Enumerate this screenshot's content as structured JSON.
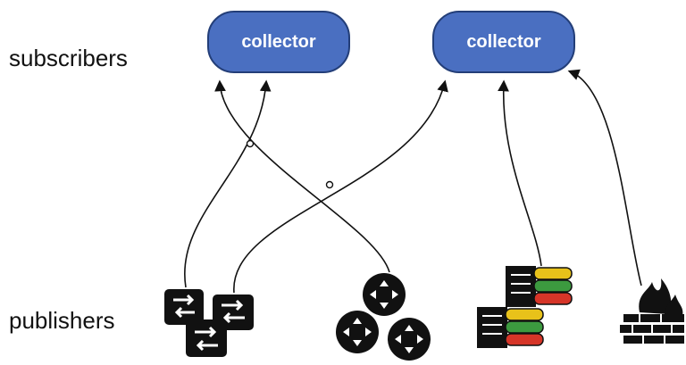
{
  "labels": {
    "subscribers": "subscribers",
    "publishers": "publishers"
  },
  "collectors": [
    {
      "label": "collector"
    },
    {
      "label": "collector"
    }
  ],
  "publishers": [
    {
      "icon": "switch-stack-icon"
    },
    {
      "icon": "router-cluster-icon"
    },
    {
      "icon": "server-rack-icon"
    },
    {
      "icon": "firewall-icon"
    }
  ],
  "colors": {
    "collector_fill": "#4a6fc1",
    "collector_border": "#233e78",
    "line": "#111111",
    "server_yellow": "#e8c21a",
    "server_green": "#3c9a3f",
    "server_red": "#d63528"
  }
}
